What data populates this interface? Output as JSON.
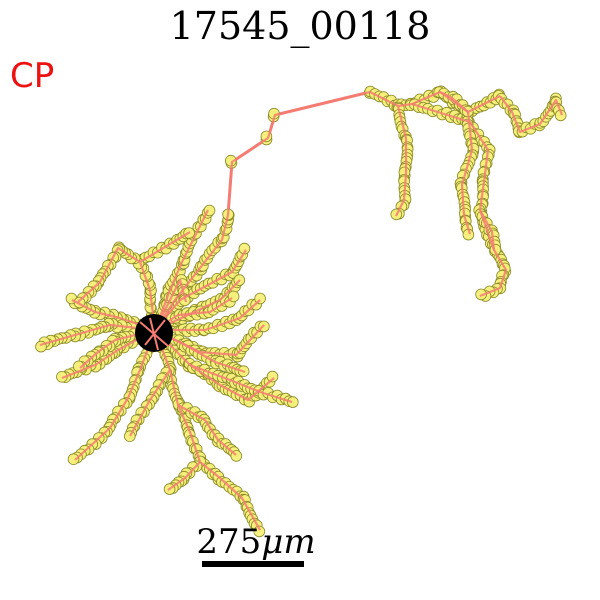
{
  "title": "17545_00118",
  "region_label": "CP",
  "scale": {
    "value": "275",
    "unit": "μm"
  },
  "colors": {
    "region": "#ee1111",
    "branch": "#f47c72",
    "node_fill": "#f6f07a",
    "node_stroke": "#8a8a2a",
    "soma": "#000000"
  }
}
